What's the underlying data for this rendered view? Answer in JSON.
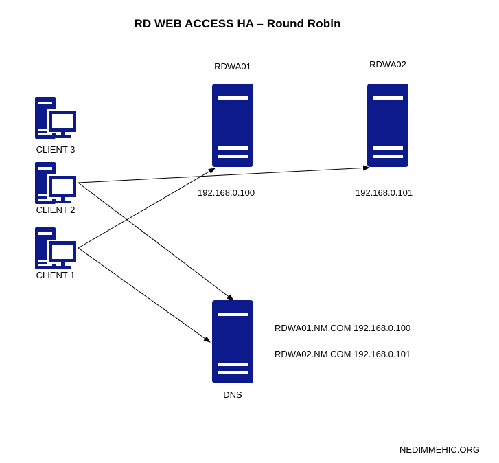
{
  "title": "RD WEB ACCESS HA – Round Robin",
  "colors": {
    "server": "#0c1a8c",
    "stripe": "#ffffff",
    "arrow": "#000000"
  },
  "servers": {
    "rdwa01": {
      "name": "RDWA01",
      "ip": "192.168.0.100"
    },
    "rdwa02": {
      "name": "RDWA02",
      "ip": "192.168.0.101"
    },
    "dns": {
      "name": "DNS",
      "records": [
        "RDWA01.NM.COM 192.168.0.100",
        "RDWA02.NM.COM 192.168.0.101"
      ]
    }
  },
  "clients": [
    {
      "name": "CLIENT 3"
    },
    {
      "name": "CLIENT 2"
    },
    {
      "name": "CLIENT 1"
    }
  ],
  "footer": "NEDIMMEHIC.ORG",
  "icons": {
    "server": "server-icon",
    "client": "client-workstation-icon"
  }
}
